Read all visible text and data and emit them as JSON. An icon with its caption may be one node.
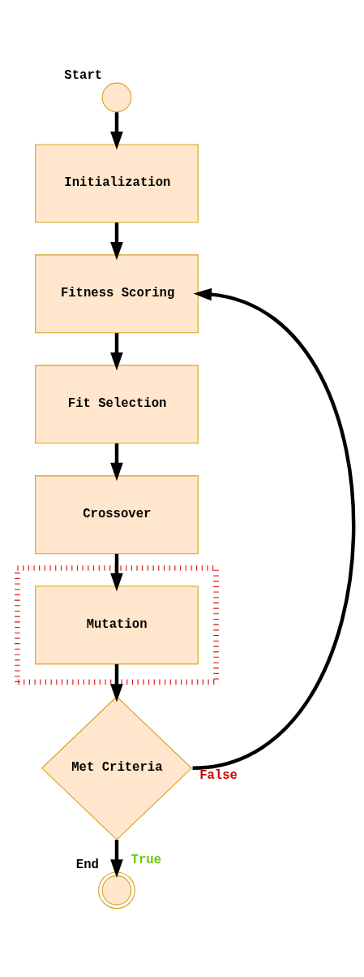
{
  "diagram": {
    "nodes": [
      {
        "text": [],
        "shape": "circle",
        "beside": [
          "Start"
        ]
      },
      {
        "text": [
          "Initialization"
        ]
      },
      {
        "text": [
          "Fitness Scoring"
        ]
      },
      {
        "text": [
          "Fit Selection"
        ]
      },
      {
        "text": [
          "Crossover"
        ]
      },
      {
        "text": [],
        "shape": "box"
      },
      {
        "text": [
          "Mutation"
        ],
        "in": 5
      },
      {
        "text": [
          "Met Criteria"
        ]
      },
      {
        "text": [],
        "shape": "circle",
        "beside": [
          "End"
        ]
      }
    ],
    "edges": [
      {
        "from": 0,
        "to": 1,
        "arrow": "to"
      },
      {
        "from": 1,
        "to": 2,
        "arrow": "to"
      },
      {
        "from": 2,
        "to": 3,
        "arrow": "to"
      },
      {
        "from": 3,
        "to": 4,
        "arrow": "to"
      },
      {
        "from": 4,
        "to": 6,
        "arrow": "to"
      },
      {
        "from": 6,
        "to": 7,
        "arrow": "to"
      },
      {
        "from": 7,
        "to": 8,
        "arrow": "to",
        "label": "True"
      },
      {
        "from": 7,
        "to": 2,
        "arrow": "to",
        "label": "False"
      }
    ]
  }
}
